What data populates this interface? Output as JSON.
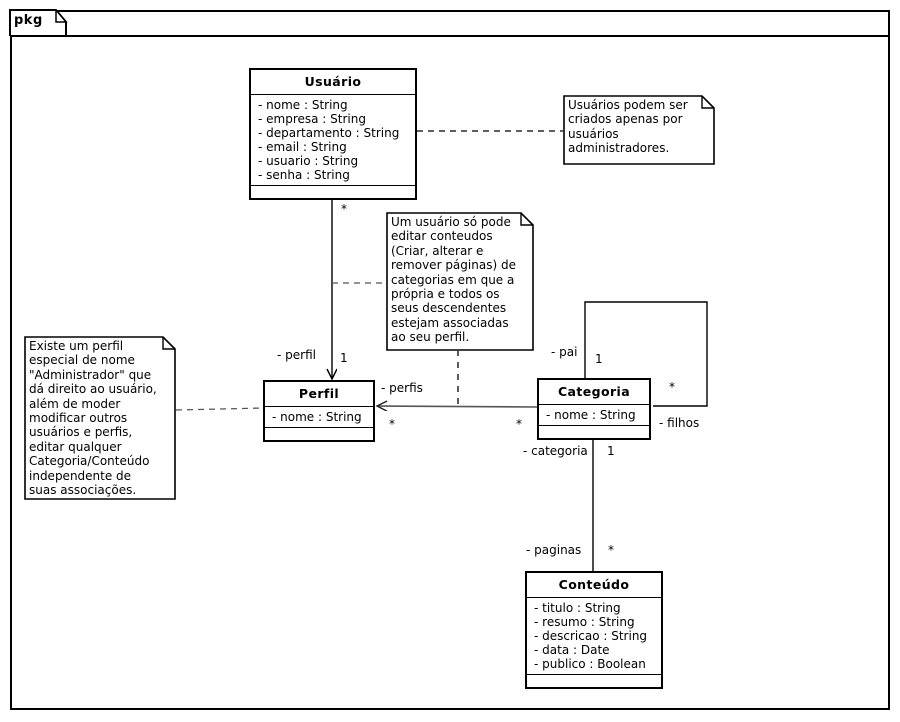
{
  "package": {
    "label": "pkg"
  },
  "classes": [
    {
      "id": "usuario",
      "name": "Usuário",
      "attributes": [
        "- nome : String",
        "- empresa : String",
        "- departamento : String",
        "- email : String",
        "- usuario : String",
        "- senha : String"
      ]
    },
    {
      "id": "perfil",
      "name": "Perfil",
      "attributes": [
        "- nome : String"
      ]
    },
    {
      "id": "categoria",
      "name": "Categoria",
      "attributes": [
        "- nome : String"
      ]
    },
    {
      "id": "conteudo",
      "name": "Conteúdo",
      "attributes": [
        "- titulo : String",
        "- resumo : String",
        "- descricao : String",
        "- data : Date",
        "- publico : Boolean"
      ]
    }
  ],
  "notes": [
    {
      "id": "note-usuarios-admin",
      "text": "Usuários podem ser\ncriados apenas por\nusuários\nadministradores."
    },
    {
      "id": "note-usuario-conteudo",
      "text": "Um usuário só pode\neditar conteudos\n(Criar, alterar e\nremover páginas) de\ncategorias em que a\nprópria e todos os\nseus descendentes\nestejam associadas\nao seu perfil."
    },
    {
      "id": "note-perfil-administrador",
      "text": "Existe um perfil\nespecial de nome\n\"Administrador\" que\ndá direito ao usuário,\nalém de moder\nmodificar outros\nusuários e perfis,\neditar qualquer\nCategoria/Conteúdo\nindependente de\nsuas associações."
    }
  ],
  "edge_labels": {
    "usuario_perfil_mult_source": "*",
    "usuario_perfil_role": "- perfil",
    "usuario_perfil_mult_target": "1",
    "perfil_categoria_role_perfis": "- perfis",
    "perfil_categoria_mult_perfis": "*",
    "perfil_categoria_mult_categorias": "*",
    "categoria_pai_role": "- pai",
    "categoria_pai_mult": "1",
    "categoria_filhos_role": "- filhos",
    "categoria_filhos_mult": "*",
    "categoria_conteudo_role": "- categoria",
    "categoria_conteudo_mult": "1",
    "conteudo_paginas_role": "- paginas",
    "conteudo_paginas_mult": "*"
  },
  "colors": {
    "line": "#000000",
    "background": "#ffffff",
    "association": "#555555"
  }
}
